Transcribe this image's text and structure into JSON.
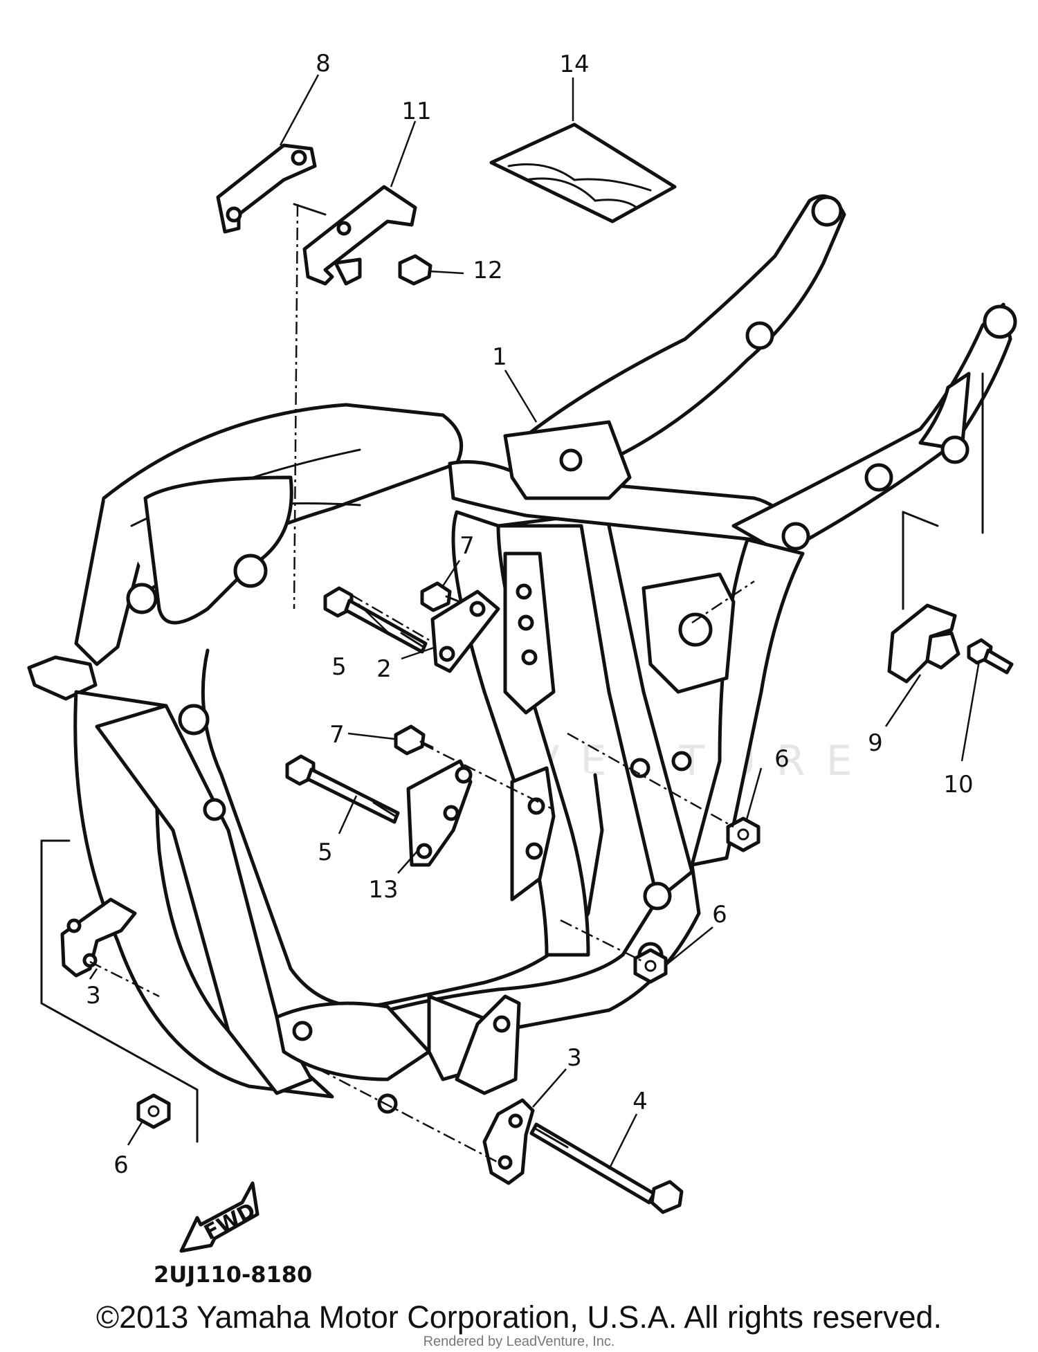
{
  "diagram_code": "2UJ110-8180",
  "fwd_label": "FWD",
  "copyright": "©2013 Yamaha Motor Corporation, U.S.A. All rights reserved.",
  "rendered_by": "Rendered by LeadVenture, Inc.",
  "watermark": "LEADVENTURE",
  "callouts": {
    "part_1": "1",
    "part_2": "2",
    "part_3_left": "3",
    "part_3_right": "3",
    "part_4": "4",
    "part_5_upper": "5",
    "part_5_lower": "5",
    "part_6_left": "6",
    "part_6_mid": "6",
    "part_6_right": "6",
    "part_7_upper": "7",
    "part_7_lower": "7",
    "part_8": "8",
    "part_9": "9",
    "part_10": "10",
    "part_11": "11",
    "part_12": "12",
    "part_13": "13",
    "part_14": "14"
  }
}
